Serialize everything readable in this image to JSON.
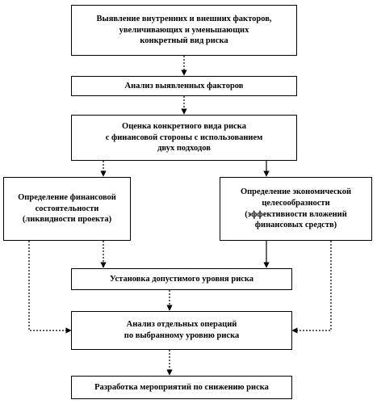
{
  "boxes": {
    "identify_factors": {
      "lines": [
        "Выявление внутренних и внешних факторов,",
        "увеличивающих и уменьшающих",
        "конкретный вид риска"
      ]
    },
    "analyze_factors": {
      "lines": [
        "Анализ выявленных факторов"
      ]
    },
    "assess_risk": {
      "lines": [
        "Оценка конкретного вида риска",
        "с финансовой стороны с использованием",
        "двух подходов"
      ]
    },
    "financial_solvency": {
      "lines": [
        "Определение финансовой",
        "состоятельности",
        "(ликвидности проекта)"
      ]
    },
    "economic_feasibility": {
      "lines": [
        "Определение экономической",
        "целесообразности",
        "(эффективности вложений",
        "финансовых средств)"
      ]
    },
    "acceptable_level": {
      "lines": [
        "Установка допустимого уровня риска"
      ]
    },
    "analyze_operations": {
      "lines": [
        "Анализ отдельных операций",
        "по выбранному уровню риска"
      ]
    },
    "develop_measures": {
      "lines": [
        "Разработка мероприятий по снижению риска"
      ]
    }
  },
  "colors": {
    "stroke": "#000000",
    "background": "#ffffff"
  }
}
